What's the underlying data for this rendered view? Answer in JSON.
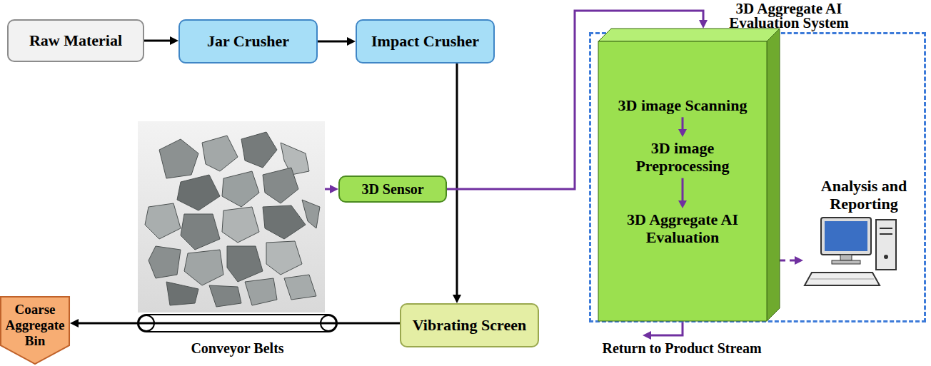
{
  "diagram": {
    "nodes": [
      {
        "text": [
          "Raw Material"
        ]
      },
      {
        "text": [
          "Jar Crusher"
        ]
      },
      {
        "text": [
          "Impact Crusher"
        ]
      },
      {
        "text": [
          "3D Sensor"
        ]
      },
      {
        "text": [
          "Vibrating Screen"
        ]
      },
      {
        "text": [
          "Coarse Aggregate Bin"
        ]
      },
      {
        "text": [
          "3D Aggregate AI Evaluation System"
        ]
      },
      {
        "text": [
          "3D image Scanning",
          "3D image Preprocessing",
          "3D Aggregate AI Evaluation"
        ],
        "in": 6
      },
      {
        "text": [
          "Analysis and Reporting"
        ],
        "in": 6
      }
    ],
    "edges": [
      {
        "from": 0,
        "to": 1,
        "arrow": "to"
      },
      {
        "from": 1,
        "to": 2,
        "arrow": "to"
      },
      {
        "from": 2,
        "to": 4,
        "arrow": "to"
      },
      {
        "from": 4,
        "to": 5,
        "arrow": "to"
      },
      {
        "from": 3,
        "to": 7,
        "arrow": "to"
      },
      {
        "from": 7,
        "to": 8,
        "arrow": "to"
      }
    ],
    "labels": [
      "Conveyor Belts",
      "Return to Product Stream"
    ]
  }
}
